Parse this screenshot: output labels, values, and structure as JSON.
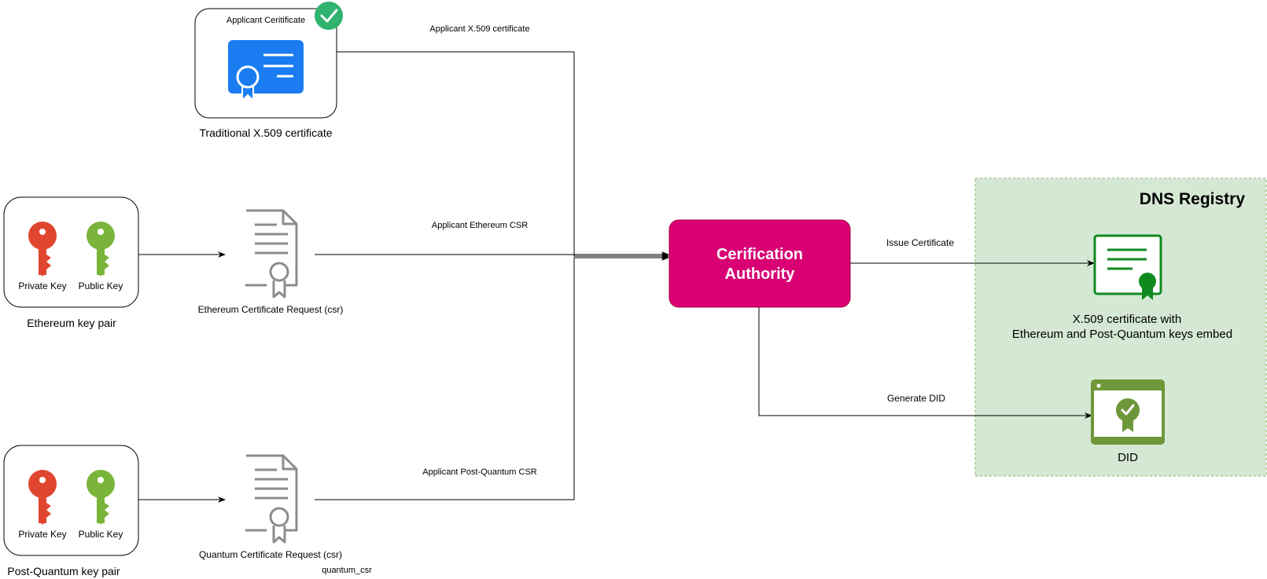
{
  "certificate_card": {
    "title": "Applicant Ceritificate",
    "caption": "Traditional X.509 certificate"
  },
  "ethereum_keys": {
    "private_label": "Private Key",
    "public_label": "Public Key",
    "caption": "Ethereum key pair"
  },
  "quantum_keys": {
    "private_label": "Private Key",
    "public_label": "Public Key",
    "caption": "Post-Quantum key pair"
  },
  "ethereum_csr": {
    "caption": "Ethereum Certificate Request (csr)"
  },
  "quantum_csr": {
    "caption": "Quantum Certificate Request (csr)",
    "sublabel": "quantum_csr"
  },
  "edges": {
    "x509": "Applicant X.509 certificate",
    "ethereum_csr": "Applicant Ethereum CSR",
    "quantum_csr": "Applicant Post-Quantum CSR",
    "issue": "Issue  Certificate",
    "did": "Generate DID"
  },
  "authority": {
    "line1": "Cerification",
    "line2": "Authority"
  },
  "dns_registry": {
    "title": "DNS Registry",
    "cert_line1": "X.509 certificate with",
    "cert_line2": "Ethereum and Post-Quantum keys embed",
    "did_label": "DID"
  },
  "colors": {
    "authority_fill": "#d80073",
    "registry_fill": "#d5e8d4",
    "registry_border": "#82b366",
    "cert_blue": "#1a7cf0",
    "check_green": "#2fb36f",
    "key_red": "#e0462f",
    "key_green": "#7ab43a",
    "csr_gray": "#8c8c8c",
    "cert_green": "#0f8a1f",
    "did_green": "#6e973a"
  }
}
